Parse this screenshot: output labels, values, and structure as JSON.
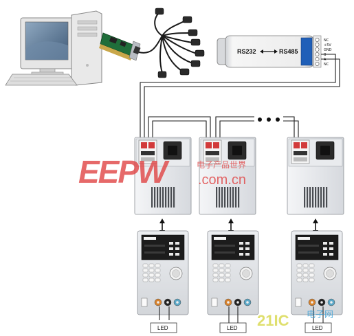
{
  "converter": {
    "left_label": "RS232",
    "right_label": "RS485",
    "terminals": [
      "NC",
      "+5V",
      "GND",
      "B",
      "A",
      "NC"
    ]
  },
  "led_labels": [
    "LED",
    "LED",
    "LED"
  ],
  "watermarks": {
    "main": "EEPW",
    "main_sub": ".com.cn",
    "main_cn": "电子产品世界",
    "corner": "21IC",
    "corner_cn": "电子网"
  },
  "colors": {
    "watermark_red": "#e04040",
    "power_body": "#e9ebee",
    "load_face": "#e4e6e9",
    "display": "#1c1c1c",
    "wire": "#1a1a1a"
  }
}
